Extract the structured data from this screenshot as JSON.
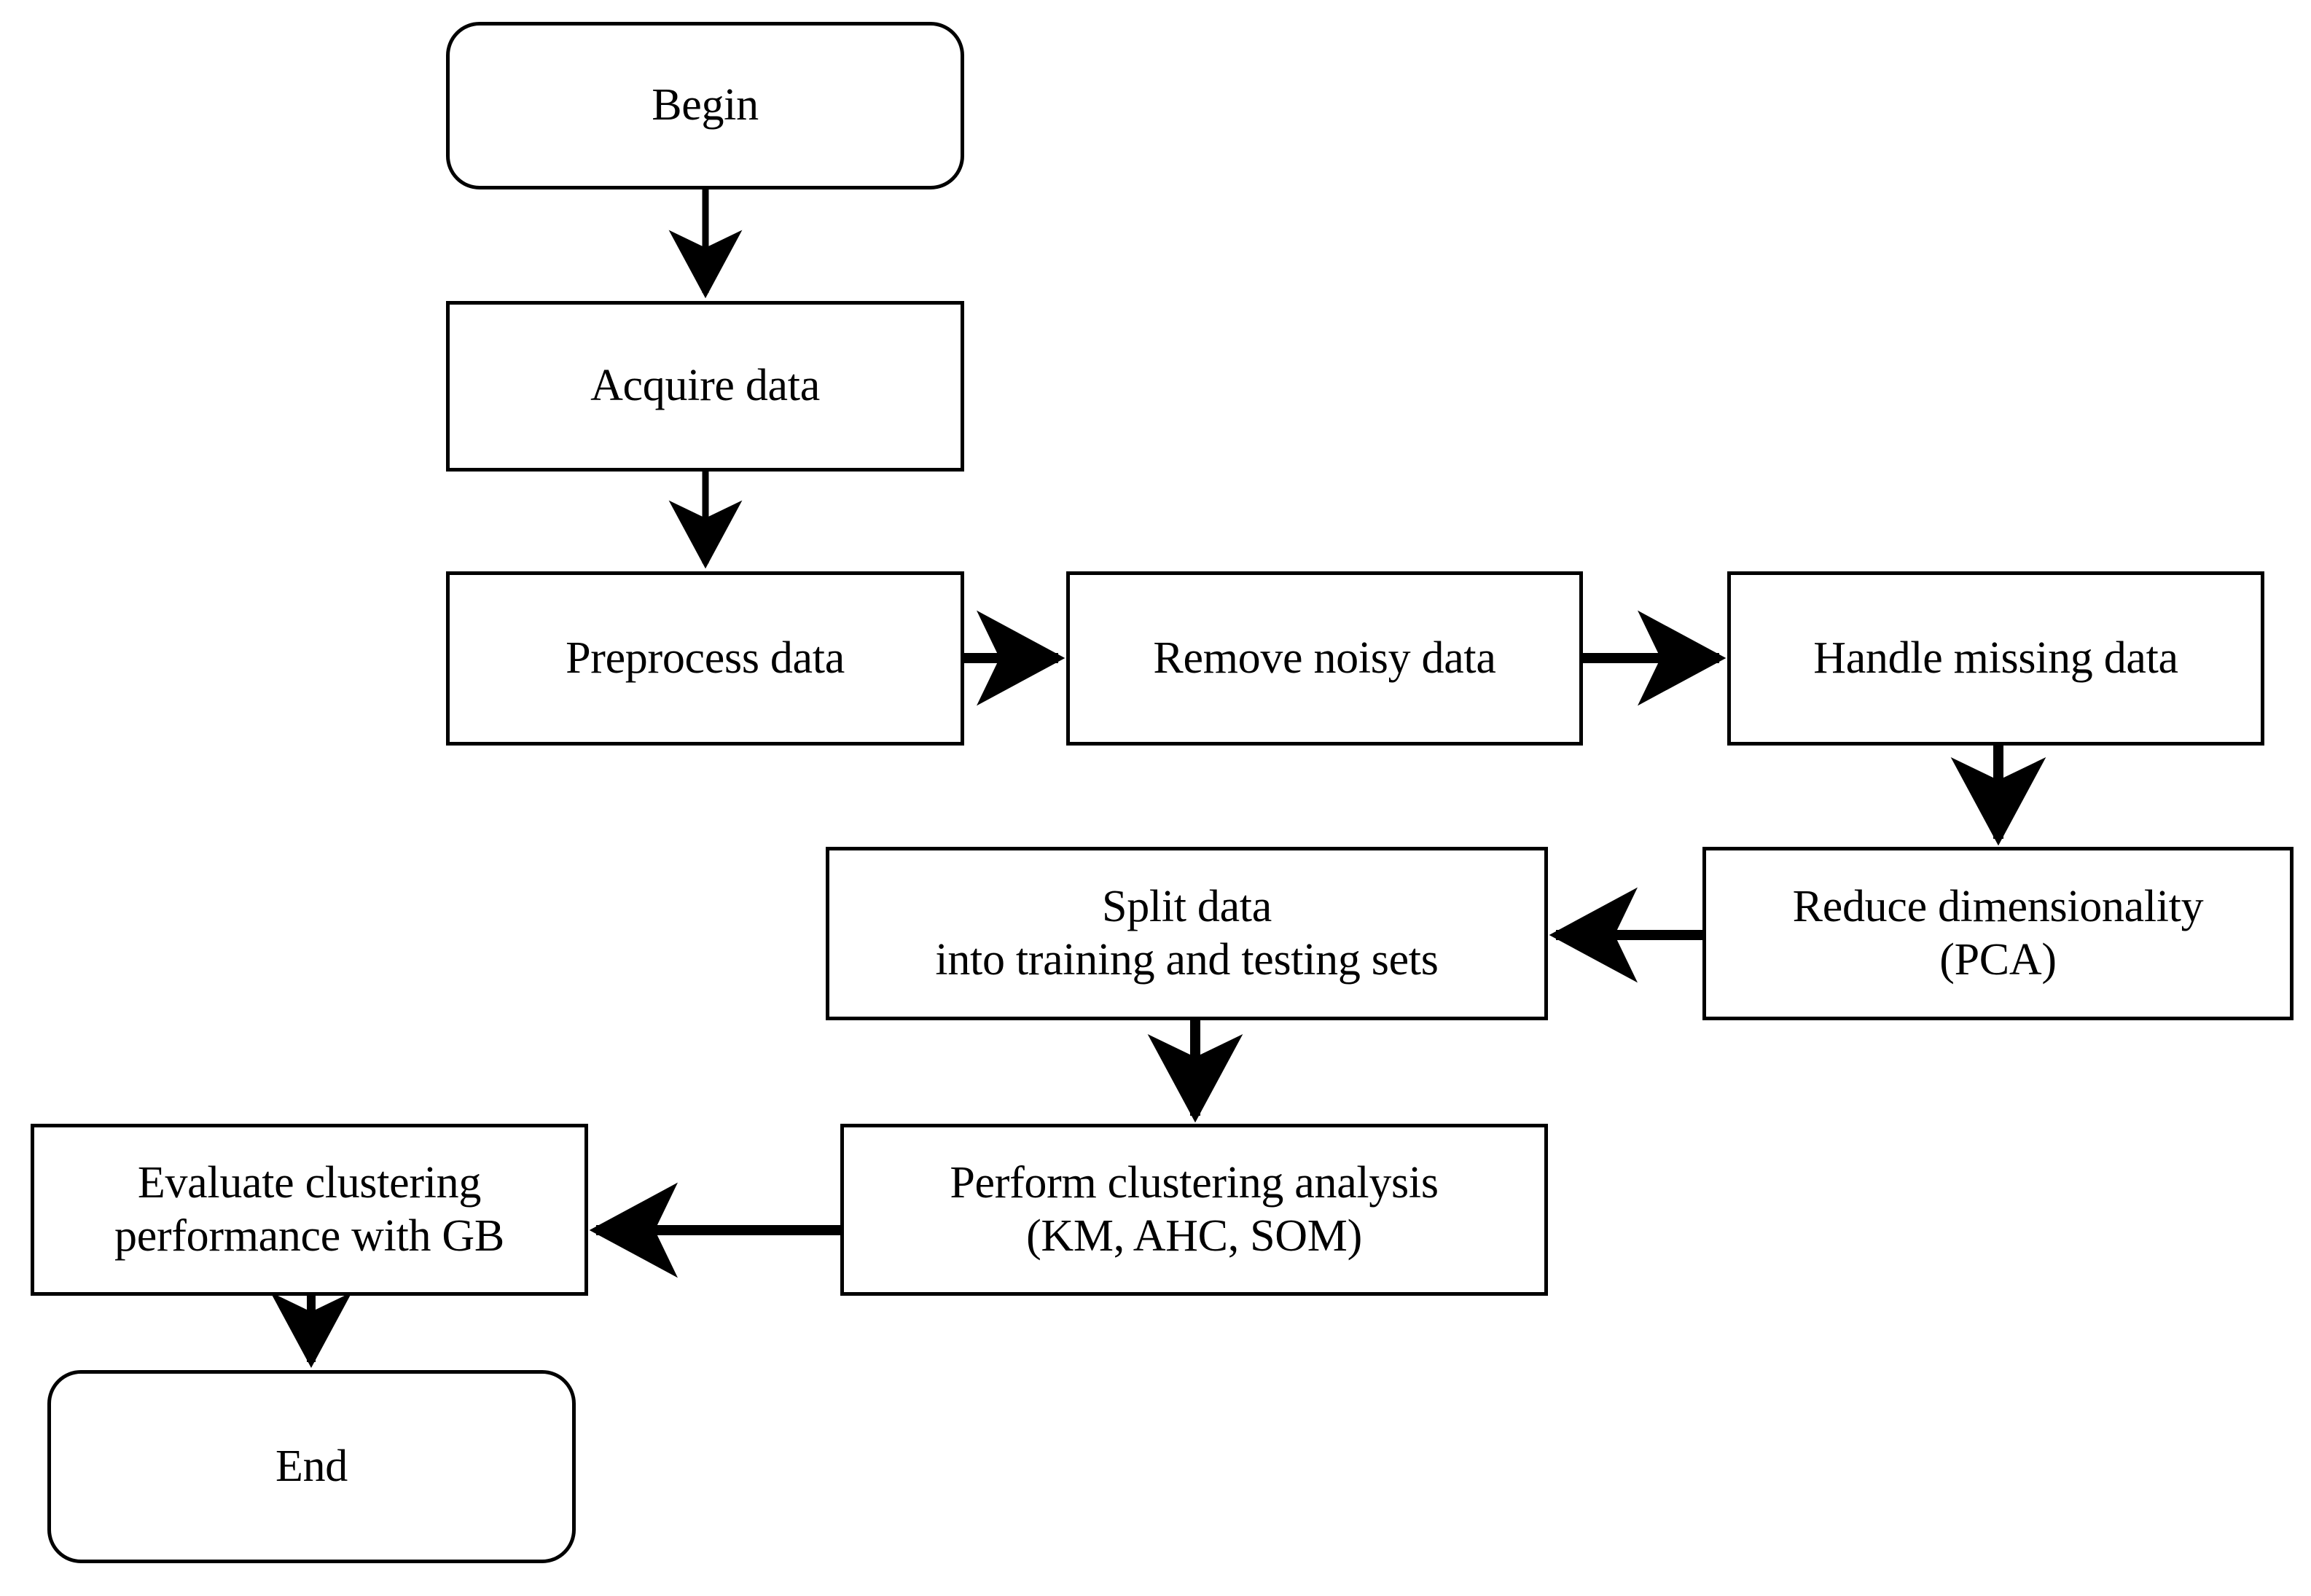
{
  "diagram": {
    "title": "Clustering analysis workflow flowchart",
    "stroke_color": "#000000",
    "fill_color": "#ffffff",
    "background": "#ffffff",
    "nodes": [
      {
        "id": "begin",
        "label": "Begin",
        "shape": "rounded-rectangle"
      },
      {
        "id": "acquire",
        "label": "Acquire data",
        "shape": "rectangle"
      },
      {
        "id": "preprocess",
        "label": "Preprocess data",
        "shape": "rectangle"
      },
      {
        "id": "noise",
        "label": "Remove noisy data",
        "shape": "rectangle"
      },
      {
        "id": "missing",
        "label": "Handle missing data",
        "shape": "rectangle"
      },
      {
        "id": "pca",
        "label": "Reduce dimensionality\n(PCA)",
        "shape": "rectangle"
      },
      {
        "id": "split",
        "label": "Split data\ninto training and testing sets",
        "shape": "rectangle"
      },
      {
        "id": "cluster",
        "label": "Perform clustering analysis\n(KM, AHC, SOM)",
        "shape": "rectangle"
      },
      {
        "id": "evaluate",
        "label": "Evaluate clustering\nperformance with GB",
        "shape": "rectangle"
      },
      {
        "id": "end",
        "label": "End",
        "shape": "rounded-rectangle"
      }
    ],
    "edges": [
      {
        "from": "begin",
        "to": "acquire",
        "direction": "down"
      },
      {
        "from": "acquire",
        "to": "preprocess",
        "direction": "down"
      },
      {
        "from": "preprocess",
        "to": "noise",
        "direction": "right"
      },
      {
        "from": "noise",
        "to": "missing",
        "direction": "right"
      },
      {
        "from": "missing",
        "to": "pca",
        "direction": "down"
      },
      {
        "from": "pca",
        "to": "split",
        "direction": "left"
      },
      {
        "from": "split",
        "to": "cluster",
        "direction": "down"
      },
      {
        "from": "cluster",
        "to": "evaluate",
        "direction": "left"
      },
      {
        "from": "evaluate",
        "to": "end",
        "direction": "down"
      }
    ]
  }
}
